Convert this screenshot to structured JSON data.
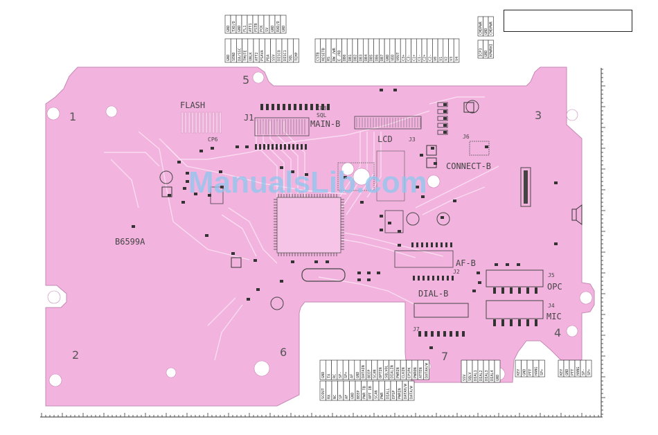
{
  "title_box": "",
  "watermark": "ManualsLib.com",
  "colors": {
    "board": "#f2b3de",
    "board_stroke": "#c689b5",
    "trace": "#fbe4f3",
    "pad": "#333333",
    "hole": "#ffffff",
    "watermark": "#8ec8ef"
  },
  "board": {
    "sections": [
      "1",
      "2",
      "3",
      "4",
      "5",
      "6",
      "7"
    ],
    "labels": {
      "flash": "FLASH",
      "cp6": "CP6",
      "j1": "J1",
      "cp8": "CP8",
      "sql": "SQL",
      "main_b": "MAIN-B",
      "lcd": "LCD",
      "j3": "J3",
      "j6": "J6",
      "connect_b": "CONNECT-B",
      "b6599a": "B6599A",
      "af_b": "AF-B",
      "j2": "J2",
      "dial_b": "DIAL-B",
      "j5": "J5",
      "opc": "OPC",
      "j4": "J4",
      "mic": "MIC",
      "j7": "J7"
    }
  },
  "top_signals": {
    "g1_upper": [
      "GND",
      "TXD/D",
      "GND",
      "FL1",
      "ATT1",
      "PSTB",
      "PCK",
      "SV",
      "GND",
      "RXD/D",
      "GND"
    ],
    "g1_lower": [
      "GND",
      "SEND",
      "DA/SSC",
      "TMUTE",
      "UNLK",
      "ATT2",
      "PSAVA",
      "PDA",
      "SSV",
      "DISCO",
      "DISC1",
      "SQL",
      "TEMP"
    ],
    "g2": [
      "CSTB",
      "RESETB",
      "RS",
      "RW /WR",
      "E /RD",
      "DB0",
      "DB1",
      "DB2",
      "DB3",
      "DB4",
      "DB5",
      "DB6",
      "DB7",
      "GND",
      "VDD",
      "VOUT",
      "C3+",
      "C3-",
      "C1+",
      "C1-",
      "C2+",
      "C2-",
      "V0",
      "V1",
      "V2",
      "V3",
      "V4"
    ],
    "g3_upper": [
      "CMDPWR",
      "GND",
      "CMDPWR"
    ],
    "g3_lower": [
      "ICP3",
      "GND",
      "KPWRHI"
    ]
  },
  "bottom_signals": {
    "b1": [
      "GND",
      "TX",
      "RC",
      "SP-",
      "SP+",
      "AF",
      "GND",
      "DATAIN",
      "BEEP",
      "SCAN",
      "OPTIN",
      "SQLVOL",
      "DIALIN",
      "PWRIN",
      "CLKIN",
      "EPSPK",
      "PWRON",
      "ATTEN",
      "DATAH/W"
    ],
    "b1_lower": [
      "SCOUT",
      "RX",
      "NC",
      "SP",
      "AF",
      "GND",
      "BEEP",
      "PWR TB",
      "OPT IB",
      "SCAN",
      "PWR",
      "DIALL",
      "EPSP",
      "PWRIN",
      "DATAH/W",
      "DATA/W"
    ],
    "b2": [
      "SSV",
      "SQLV",
      "DIAL1",
      "DIAL2",
      "DIAL3",
      "DIAL4",
      "GND"
    ],
    "b3": [
      "KEY",
      "GND",
      "PTT",
      "HANG",
      "SP+"
    ],
    "b4": [
      "KEY",
      "GND",
      "PTT",
      "HANG",
      "SP-",
      "SP+"
    ]
  }
}
